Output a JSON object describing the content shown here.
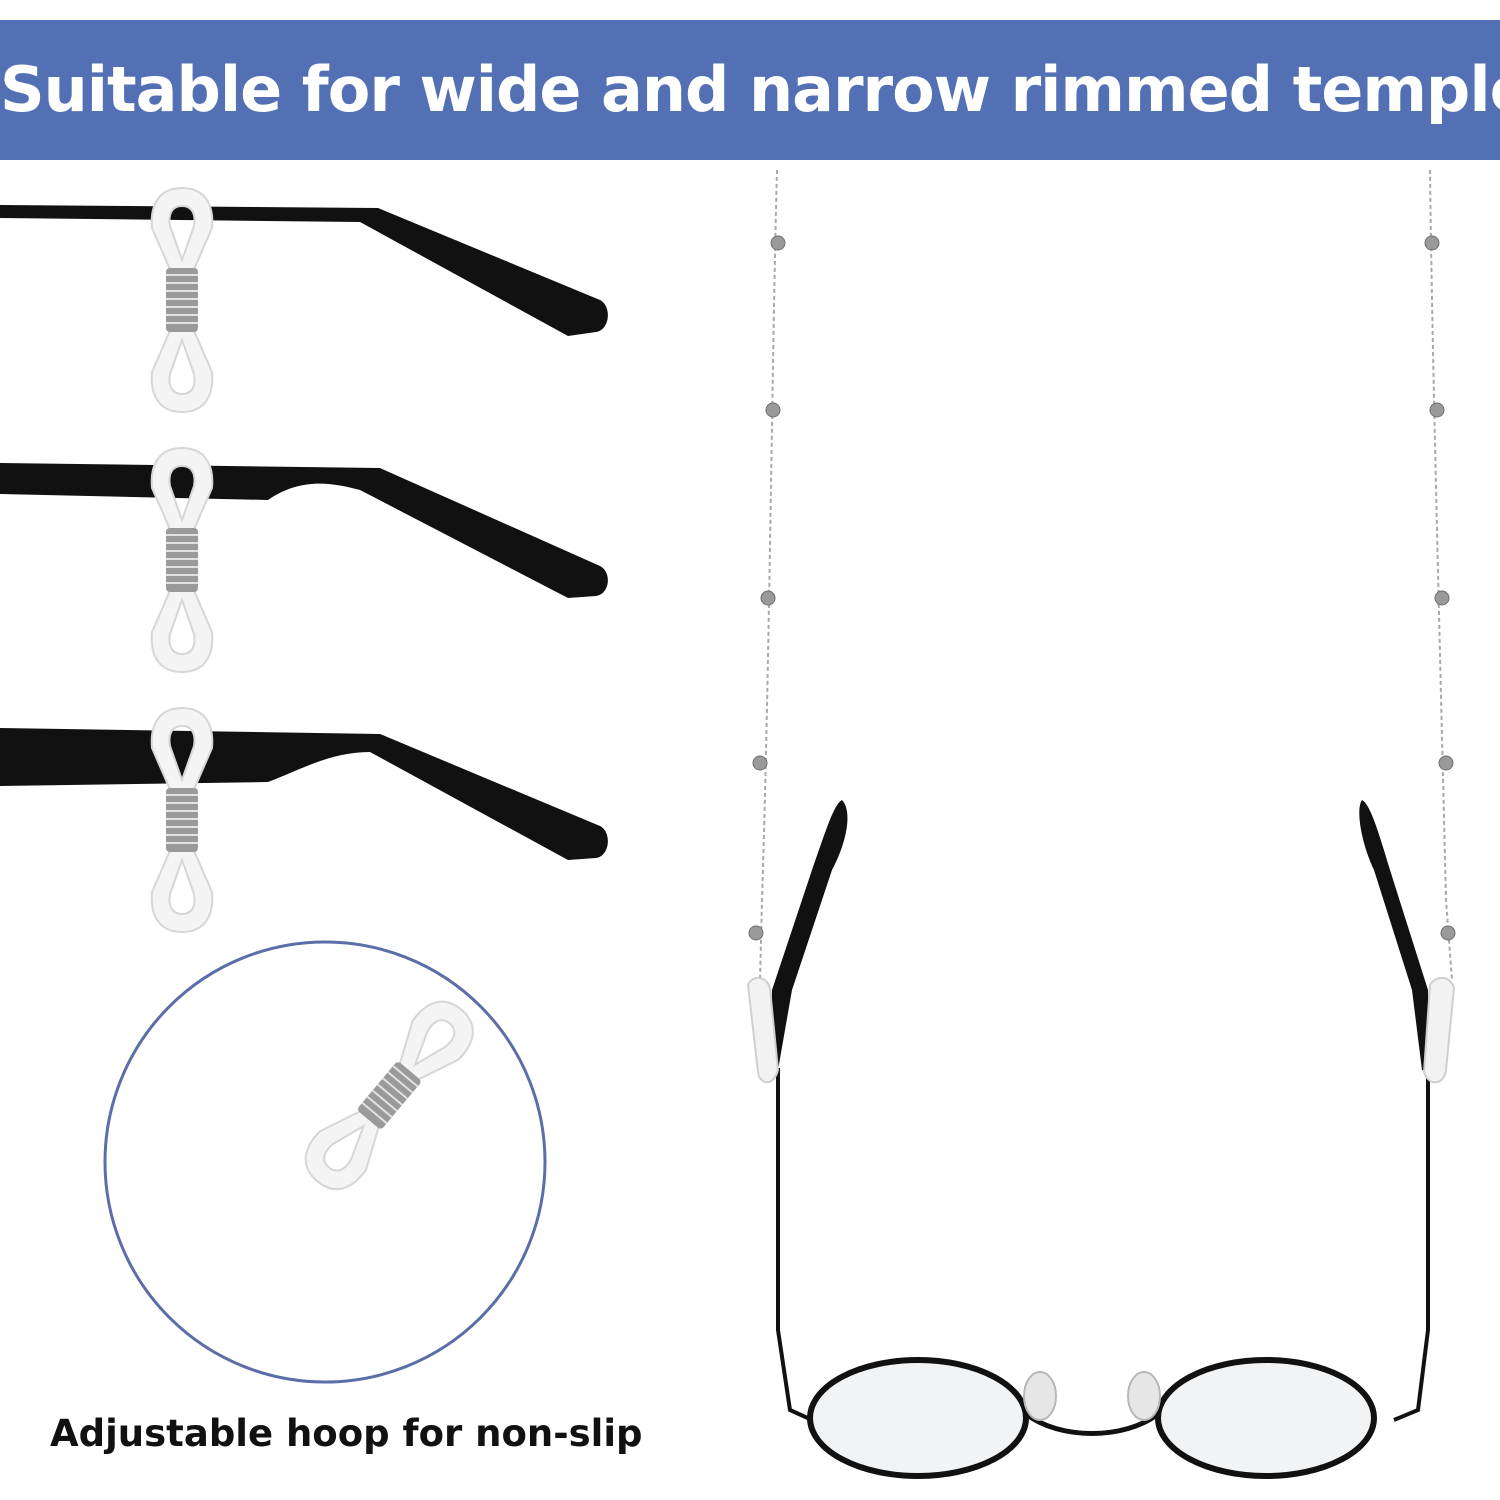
{
  "banner": {
    "title": "Suitable for wide and narrow rimmed temples",
    "background": "#5470b5",
    "text_color": "#ffffff"
  },
  "caption": {
    "text": "Adjustable hoop for non-slip"
  },
  "icons": [
    "narrow-temple-arm",
    "medium-temple-arm",
    "wide-temple-arm",
    "silicone-loop-icon",
    "zoom-circle",
    "eyeglasses-with-chain"
  ]
}
